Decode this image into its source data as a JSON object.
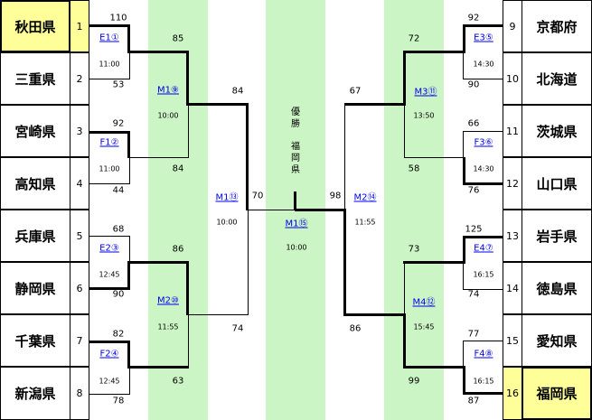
{
  "left_teams": [
    {
      "name": "秋田県",
      "seed": "1",
      "highlight": true
    },
    {
      "name": "三重県",
      "seed": "2",
      "highlight": false
    },
    {
      "name": "宮崎県",
      "seed": "3",
      "highlight": false
    },
    {
      "name": "高知県",
      "seed": "4",
      "highlight": false
    },
    {
      "name": "兵庫県",
      "seed": "5",
      "highlight": false
    },
    {
      "name": "静岡県",
      "seed": "6",
      "highlight": false
    },
    {
      "name": "千葉県",
      "seed": "7",
      "highlight": false
    },
    {
      "name": "新潟県",
      "seed": "8",
      "highlight": false
    }
  ],
  "right_teams": [
    {
      "name": "京都府",
      "seed": "9",
      "highlight": false
    },
    {
      "name": "北海道",
      "seed": "10",
      "highlight": false
    },
    {
      "name": "茨城県",
      "seed": "11",
      "highlight": false
    },
    {
      "name": "山口県",
      "seed": "12",
      "highlight": false
    },
    {
      "name": "岩手県",
      "seed": "13",
      "highlight": false
    },
    {
      "name": "徳島県",
      "seed": "14",
      "highlight": false
    },
    {
      "name": "愛知県",
      "seed": "15",
      "highlight": false
    },
    {
      "name": "福岡県",
      "seed": "16",
      "highlight": true
    }
  ],
  "matches": {
    "E1": {
      "label": "E1①",
      "time": "11:00",
      "score_top": "110",
      "score_bottom": "53"
    },
    "F1": {
      "label": "F1②",
      "time": "11:00",
      "score_top": "92",
      "score_bottom": "44"
    },
    "E2": {
      "label": "E2③",
      "time": "12:45",
      "score_top": "68",
      "score_bottom": "90"
    },
    "F2": {
      "label": "F2④",
      "time": "12:45",
      "score_top": "82",
      "score_bottom": "78"
    },
    "E3": {
      "label": "E3⑤",
      "time": "14:30",
      "score_top": "92",
      "score_bottom": "90"
    },
    "F3": {
      "label": "F3⑥",
      "time": "14:30",
      "score_top": "66",
      "score_bottom": "76"
    },
    "E4": {
      "label": "E4⑦",
      "time": "16:15",
      "score_top": "125",
      "score_bottom": "74"
    },
    "F4": {
      "label": "F4⑧",
      "time": "16:15",
      "score_top": "77",
      "score_bottom": "87"
    },
    "M1a": {
      "label": "M1⑨",
      "time": "10:00",
      "score_top": "85",
      "score_bottom": "84"
    },
    "M2a": {
      "label": "M2⑩",
      "time": "11:55",
      "score_top": "86",
      "score_bottom": "63"
    },
    "M3": {
      "label": "M3⑪",
      "time": "13:50",
      "score_top": "72",
      "score_bottom": "58"
    },
    "M4": {
      "label": "M4⑫",
      "time": "15:45",
      "score_top": "73",
      "score_bottom": "99"
    },
    "M1b": {
      "label": "M1⑬",
      "time": "10:00",
      "score_top": "84",
      "score_bottom": "74",
      "score_side": "70"
    },
    "M2b": {
      "label": "M2⑭",
      "time": "11:55",
      "score_top": "67",
      "score_bottom": "86",
      "score_side": "98"
    },
    "final": {
      "label": "M1⑮",
      "time": "10:00"
    }
  },
  "champion": {
    "title": "優勝",
    "team": "福岡県"
  }
}
